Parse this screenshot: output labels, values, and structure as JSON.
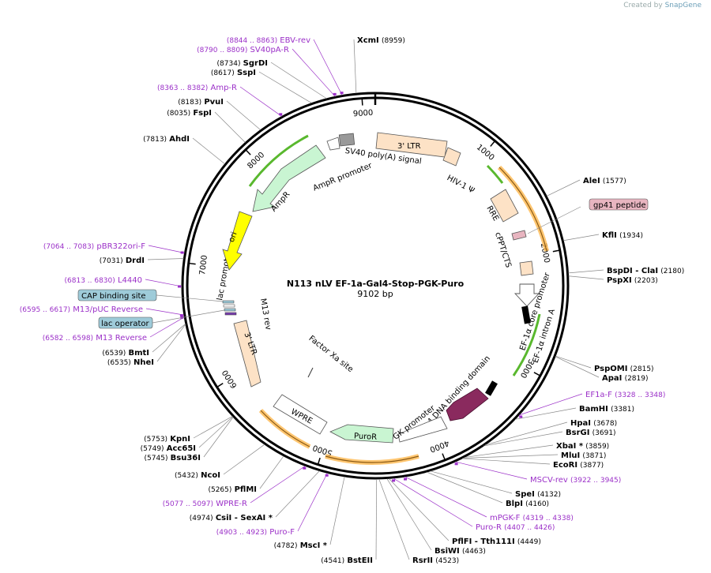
{
  "watermark": {
    "prefix": "Created by",
    "brand": "SnapGene"
  },
  "plasmid": {
    "name": "N113 nLV EF-1a-Gal4-Stop-PGK-Puro",
    "size_label": "9102 bp",
    "length": 9102
  },
  "colors": {
    "ring": "#000000",
    "ltr": "#fde2c6",
    "ampr": "#c9f5d2",
    "ori": "#ffff00",
    "gal4": "#8a2a5e",
    "gp41": "#e8b5c0",
    "orange": "#ffb84d",
    "green": "#59b82e",
    "primer": "#9b30c8",
    "box_blue": "#9ecbd9",
    "label_gray": "#777777"
  },
  "ticks": [
    {
      "pos": 1000,
      "label": "1000"
    },
    {
      "pos": 2000,
      "label": "2000"
    },
    {
      "pos": 3000,
      "label": "3000"
    },
    {
      "pos": 4000,
      "label": "4000"
    },
    {
      "pos": 5000,
      "label": "5000"
    },
    {
      "pos": 6000,
      "label": "6000"
    },
    {
      "pos": 7000,
      "label": "7000"
    },
    {
      "pos": 8000,
      "label": "8000"
    },
    {
      "pos": 9000,
      "label": "9000"
    }
  ],
  "enzymes": [
    {
      "name": "XcmI",
      "pos_label": "(8959)",
      "pos": 8959
    },
    {
      "name": "AleI",
      "pos_label": "(1577)",
      "pos": 1577
    },
    {
      "name": "KflI",
      "pos_label": "(1934)",
      "pos": 1934
    },
    {
      "name": "BspDI  - ClaI",
      "pos_label": "(2180)",
      "pos": 2180
    },
    {
      "name": "PspXI",
      "pos_label": "(2203)",
      "pos": 2203
    },
    {
      "name": "PspOMI",
      "pos_label": "(2815)",
      "pos": 2815
    },
    {
      "name": "ApaI",
      "pos_label": "(2819)",
      "pos": 2819
    },
    {
      "name": "BamHI",
      "pos_label": "(3381)",
      "pos": 3381
    },
    {
      "name": "HpaI",
      "pos_label": "(3678)",
      "pos": 3678
    },
    {
      "name": "BsrGI",
      "pos_label": "(3691)",
      "pos": 3691
    },
    {
      "name": "XbaI *",
      "pos_label": "(3859)",
      "pos": 3859
    },
    {
      "name": "MluI",
      "pos_label": "(3871)",
      "pos": 3871
    },
    {
      "name": "EcoRI",
      "pos_label": "(3877)",
      "pos": 3877
    },
    {
      "name": "SpeI",
      "pos_label": "(4132)",
      "pos": 4132
    },
    {
      "name": "BlpI",
      "pos_label": "(4160)",
      "pos": 4160
    },
    {
      "name": "PflFI  - Tth111I",
      "pos_label": "(4449)",
      "pos": 4449
    },
    {
      "name": "BsiWI",
      "pos_label": "(4463)",
      "pos": 4463
    },
    {
      "name": "RsrII",
      "pos_label": "(4523)",
      "pos": 4523
    },
    {
      "name": "BstEII",
      "pos_label": "(4541)",
      "pos": 4541
    },
    {
      "name": "MscI *",
      "pos_label": "(4782)",
      "pos": 4782
    },
    {
      "name": "CsiI  - SexAI *",
      "pos_label": "(4974)",
      "pos": 4974
    },
    {
      "name": "PflMI",
      "pos_label": "(5265)",
      "pos": 5265
    },
    {
      "name": "NcoI",
      "pos_label": "(5432)",
      "pos": 5432
    },
    {
      "name": "KpnI",
      "pos_label": "(5753)",
      "pos": 5753
    },
    {
      "name": "Acc65I",
      "pos_label": "(5749)",
      "pos": 5749
    },
    {
      "name": "Bsu36I",
      "pos_label": "(5745)",
      "pos": 5745
    },
    {
      "name": "BmtI",
      "pos_label": "(6539)",
      "pos": 6539
    },
    {
      "name": "NheI",
      "pos_label": "(6535)",
      "pos": 6535
    },
    {
      "name": "DrdI",
      "pos_label": "(7031)",
      "pos": 7031
    },
    {
      "name": "AhdI",
      "pos_label": "(7813)",
      "pos": 7813
    },
    {
      "name": "FspI",
      "pos_label": "(8035)",
      "pos": 8035
    },
    {
      "name": "PvuI",
      "pos_label": "(8183)",
      "pos": 8183
    },
    {
      "name": "SspI",
      "pos_label": "(8617)",
      "pos": 8617
    },
    {
      "name": "SgrDI",
      "pos_label": "(8734)",
      "pos": 8734
    }
  ],
  "primers": [
    {
      "name": "EBV-rev",
      "range": "(8844 .. 8863)",
      "pos": 8853
    },
    {
      "name": "SV40pA-R",
      "range": "(8790 .. 8809)",
      "pos": 8800
    },
    {
      "name": "Amp-R",
      "range": "(8363 .. 8382)",
      "pos": 8372
    },
    {
      "name": "pBR322ori-F",
      "range": "(7064 .. 7083)",
      "pos": 7073
    },
    {
      "name": "L4440",
      "range": "(6813 .. 6830)",
      "pos": 6821
    },
    {
      "name": "M13/pUC Reverse",
      "range": "(6595 .. 6617)",
      "pos": 6606
    },
    {
      "name": "M13 Reverse",
      "range": "(6582 .. 6598)",
      "pos": 6590
    },
    {
      "name": "EF1a-F",
      "range": "(3328 .. 3348)",
      "pos": 3338
    },
    {
      "name": "MSCV-rev",
      "range": "(3922 .. 3945)",
      "pos": 3933
    },
    {
      "name": "mPGK-F",
      "range": "(4319 .. 4338)",
      "pos": 4328
    },
    {
      "name": "Puro-R",
      "range": "(4407 .. 4426)",
      "pos": 4416
    },
    {
      "name": "WPRE-R",
      "range": "(5077 .. 5097)",
      "pos": 5087
    },
    {
      "name": "Puro-F",
      "range": "(4903 .. 4923)",
      "pos": 4913
    }
  ],
  "boxed_features": [
    {
      "name": "gp41 peptide"
    },
    {
      "name": "CAP binding site"
    },
    {
      "name": "lac operator"
    }
  ],
  "feature_labels": [
    {
      "name": "3' LTR"
    },
    {
      "name": "HIV-1 Ψ"
    },
    {
      "name": "RRE"
    },
    {
      "name": "cPPT/CTS"
    },
    {
      "name": "EF-1α core promoter"
    },
    {
      "name": "EF-1α intron A"
    },
    {
      "name": "GAL4 DNA binding domain"
    },
    {
      "name": "PGK promoter"
    },
    {
      "name": "PuroR"
    },
    {
      "name": "WPRE"
    },
    {
      "name": "3' LTR"
    },
    {
      "name": "Factor Xa site"
    },
    {
      "name": "lac promoter"
    },
    {
      "name": "M13 rev"
    },
    {
      "name": "ori"
    },
    {
      "name": "AmpR"
    },
    {
      "name": "AmpR promoter"
    },
    {
      "name": "SV40 poly(A) signal"
    }
  ]
}
